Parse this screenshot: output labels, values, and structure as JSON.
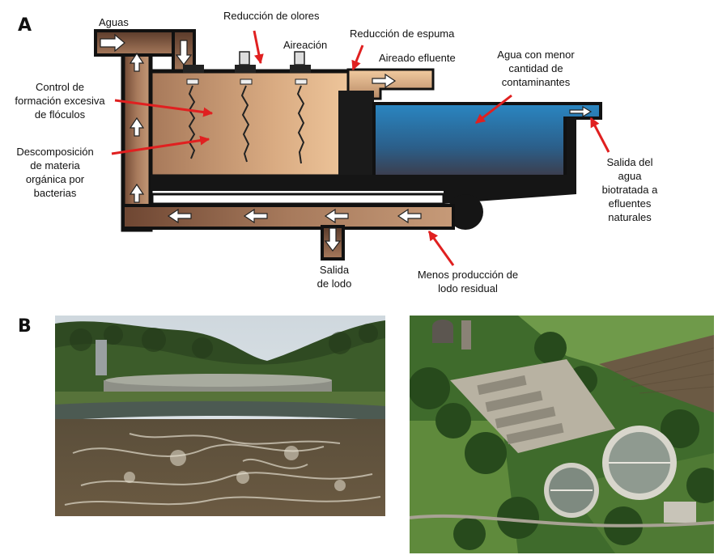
{
  "panels": {
    "a": "A",
    "b": "B"
  },
  "labels": {
    "aguas": "Aguas",
    "reduccion_olores": "Reducción de olores",
    "aireacion": "Aireación",
    "reduccion_espuma": "Reducción de espuma",
    "aireado_efluente": "Aireado efluente",
    "agua_menor": [
      "Agua con menor",
      "cantidad de",
      "contaminantes"
    ],
    "control": [
      "Control de",
      "formación excesiva",
      "de flóculos"
    ],
    "descomposicion": [
      "Descomposición",
      "de materia",
      "orgánica por",
      "bacterias"
    ],
    "salida_agua": [
      "Salida del",
      "agua",
      "biotratada a",
      "efluentes",
      "naturales"
    ],
    "salida_lodo": [
      "Salida",
      "de lodo"
    ],
    "menos_produccion": [
      "Menos producción de",
      "lodo residual"
    ]
  },
  "colors": {
    "tank_light": "#e9c29a",
    "tank_dark": "#7a5038",
    "water_top": "#2a7fb8",
    "water_bottom": "#3a3f50",
    "pointer": "#e02020",
    "outline": "#111111"
  },
  "photos": {
    "left": "aeration-basin-photo",
    "right": "aerial-treatment-plant-photo"
  }
}
